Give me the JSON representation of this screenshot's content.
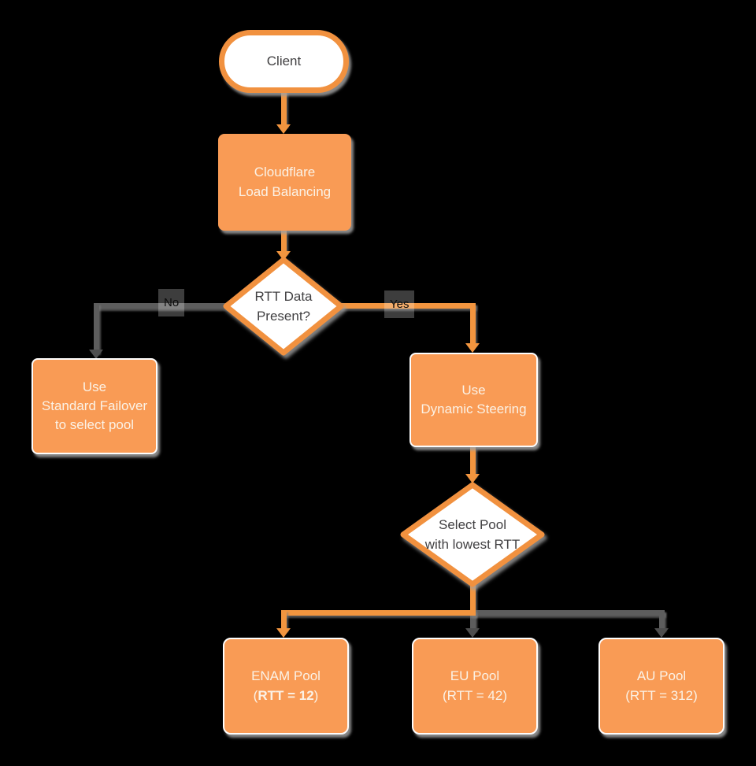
{
  "diagram": {
    "background": "#000000",
    "colors": {
      "node_fill": "#F99B55",
      "node_stroke": "#F1913F",
      "connector_orange": "#F2953F",
      "connector_gray": "#5D5D5D",
      "text_on_orange": "#FBF2E6",
      "text_dark": "#414042",
      "shape_white": "#FFFFFF"
    },
    "nodes": {
      "client": {
        "label": "Client"
      },
      "load_balancer": {
        "line1": "Cloudflare",
        "line2": "Load Balancing"
      },
      "rtt_decision": {
        "line1": "RTT Data",
        "line2": "Present?"
      },
      "standard_failover": {
        "line1": "Use",
        "line2": "Standard Failover",
        "line3": "to select pool"
      },
      "dynamic_steering": {
        "line1": "Use",
        "line2": "Dynamic Steering"
      },
      "select_pool": {
        "line1": "Select Pool",
        "line2": "with lowest RTT"
      },
      "enam_pool": {
        "line1": "ENAM Pool",
        "rtt_prefix": "(",
        "rtt_value": "RTT = 12",
        "rtt_suffix": ")"
      },
      "eu_pool": {
        "line1": "EU Pool",
        "line2": "(RTT = 42)"
      },
      "au_pool": {
        "line1": "AU Pool",
        "line2": "(RTT = 312)"
      }
    },
    "edge_labels": {
      "no": "No",
      "yes": "Yes"
    }
  }
}
